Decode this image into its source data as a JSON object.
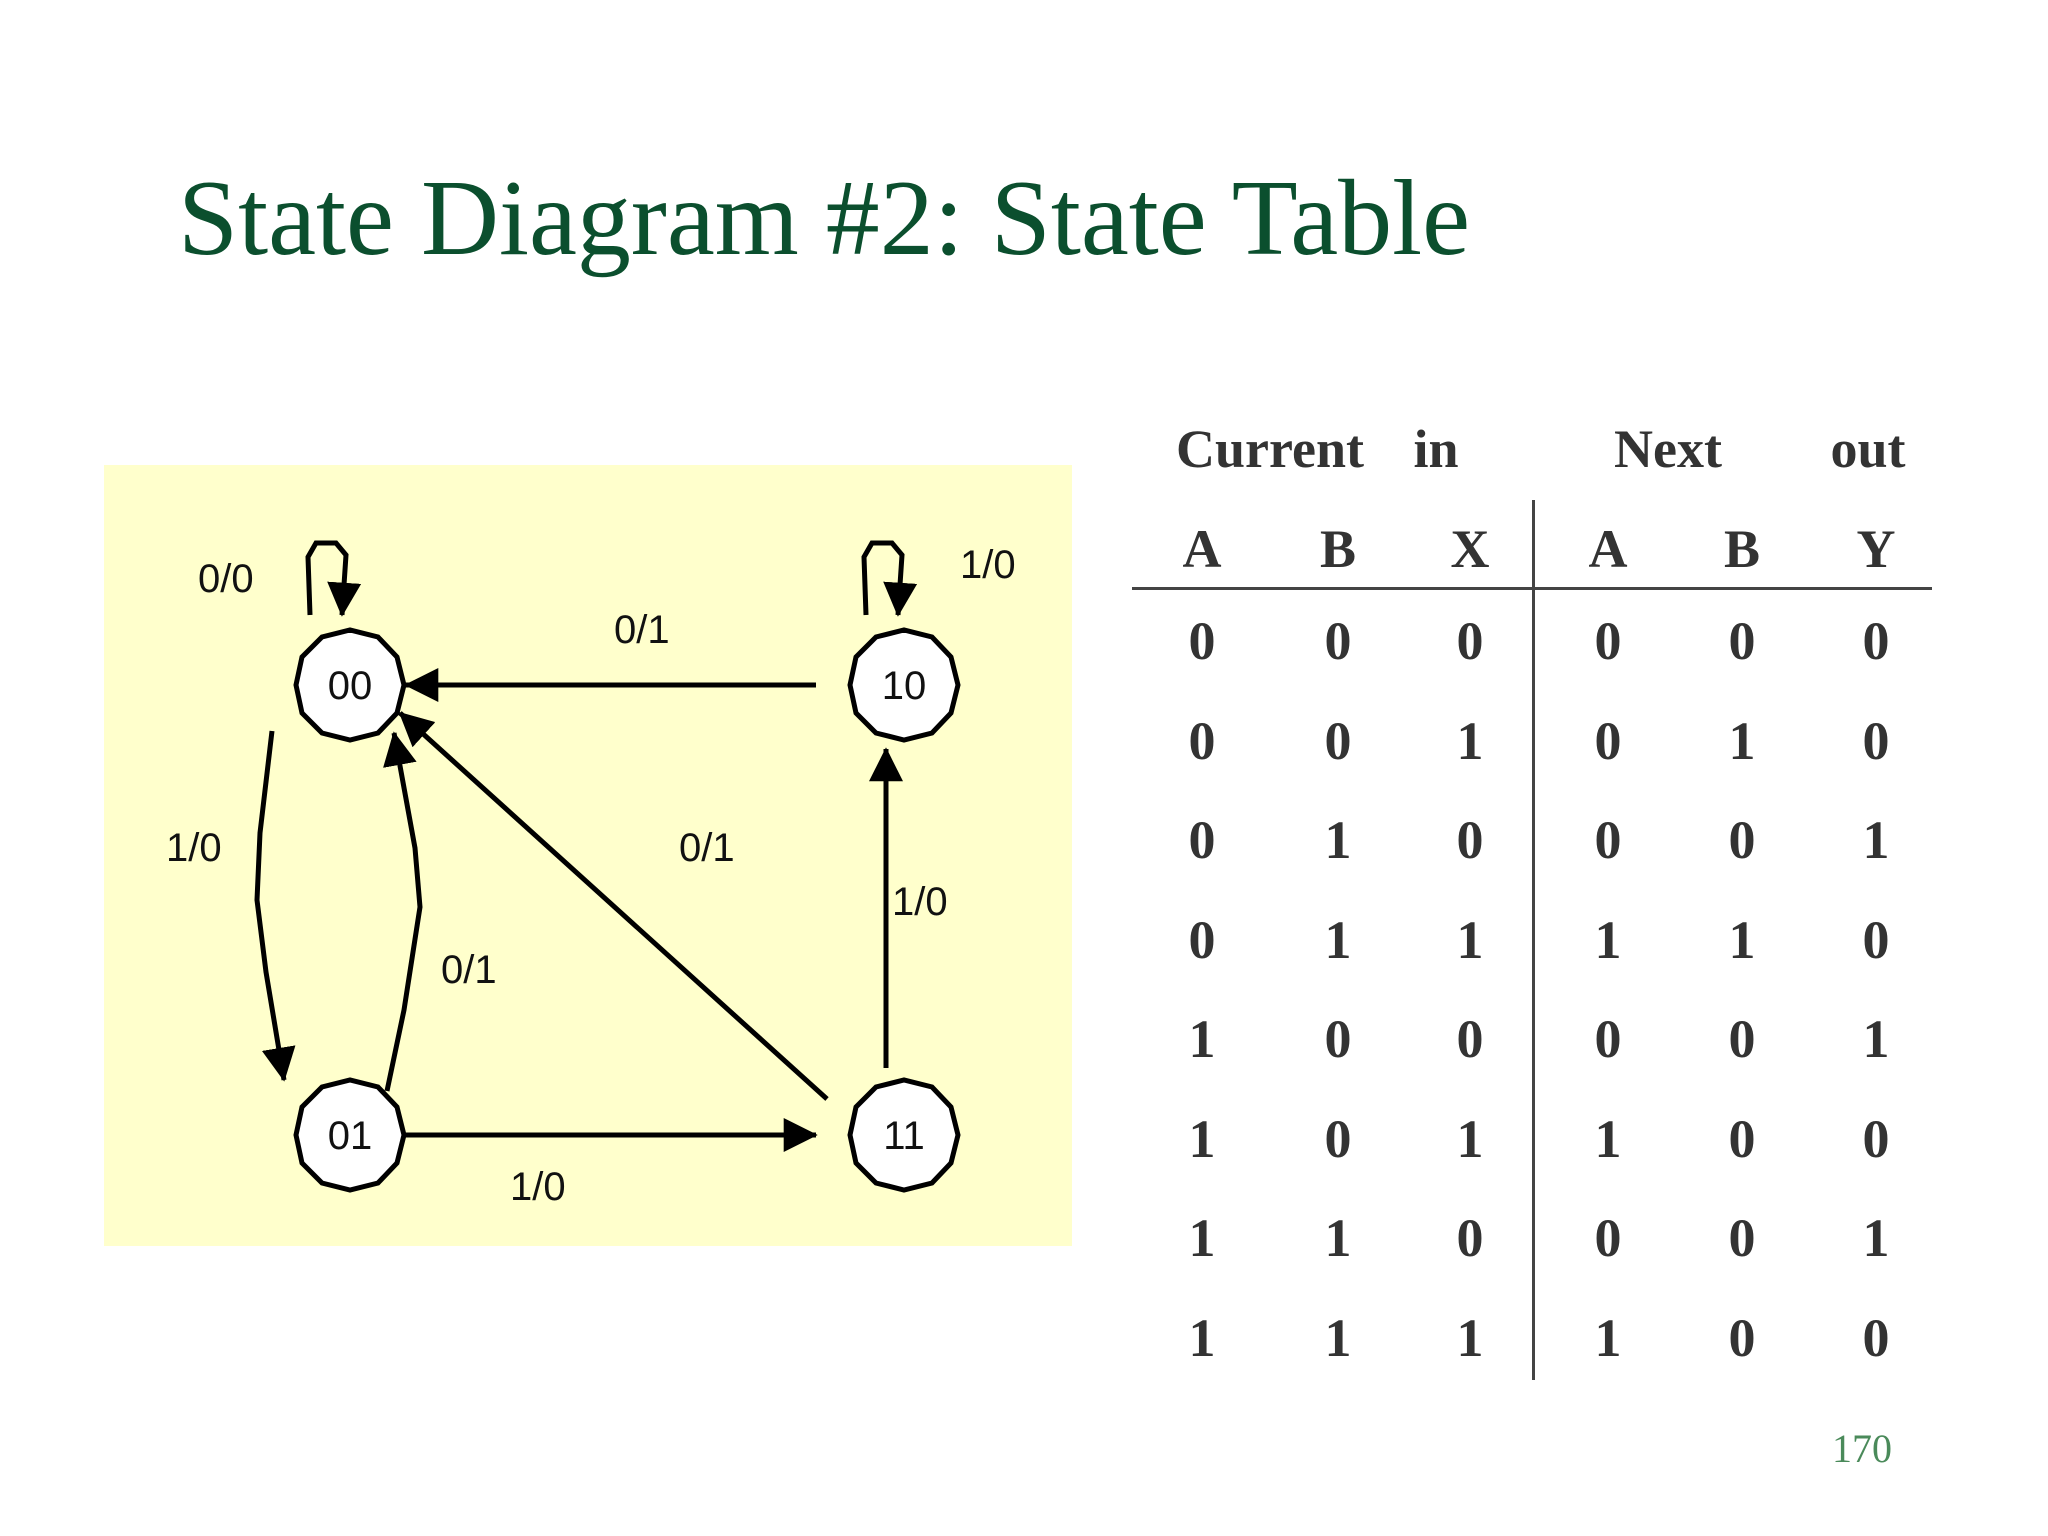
{
  "slide": {
    "title": "State Diagram #2: State Table",
    "page_number": "170"
  },
  "diagram": {
    "states": [
      {
        "id": "00",
        "label": "00"
      },
      {
        "id": "10",
        "label": "10"
      },
      {
        "id": "01",
        "label": "01"
      },
      {
        "id": "11",
        "label": "11"
      }
    ],
    "transitions": [
      {
        "from": "00",
        "to": "00",
        "label": "0/0"
      },
      {
        "from": "10",
        "to": "10",
        "label": "1/0"
      },
      {
        "from": "10",
        "to": "00",
        "label": "0/1"
      },
      {
        "from": "00",
        "to": "01",
        "label": "1/0"
      },
      {
        "from": "01",
        "to": "00",
        "label": "0/1"
      },
      {
        "from": "11",
        "to": "00",
        "label": "0/1"
      },
      {
        "from": "11",
        "to": "10",
        "label": "1/0"
      },
      {
        "from": "01",
        "to": "11",
        "label": "1/0"
      }
    ]
  },
  "table": {
    "group_headers": {
      "current": "Current",
      "in": "in",
      "next": "Next",
      "out": "out"
    },
    "columns": [
      "A",
      "B",
      "X",
      "A",
      "B",
      "Y"
    ],
    "rows": [
      [
        "0",
        "0",
        "0",
        "0",
        "0",
        "0"
      ],
      [
        "0",
        "0",
        "1",
        "0",
        "1",
        "0"
      ],
      [
        "0",
        "1",
        "0",
        "0",
        "0",
        "1"
      ],
      [
        "0",
        "1",
        "1",
        "1",
        "1",
        "0"
      ],
      [
        "1",
        "0",
        "0",
        "0",
        "0",
        "1"
      ],
      [
        "1",
        "0",
        "1",
        "1",
        "0",
        "0"
      ],
      [
        "1",
        "1",
        "0",
        "0",
        "0",
        "1"
      ],
      [
        "1",
        "1",
        "1",
        "1",
        "0",
        "0"
      ]
    ]
  }
}
